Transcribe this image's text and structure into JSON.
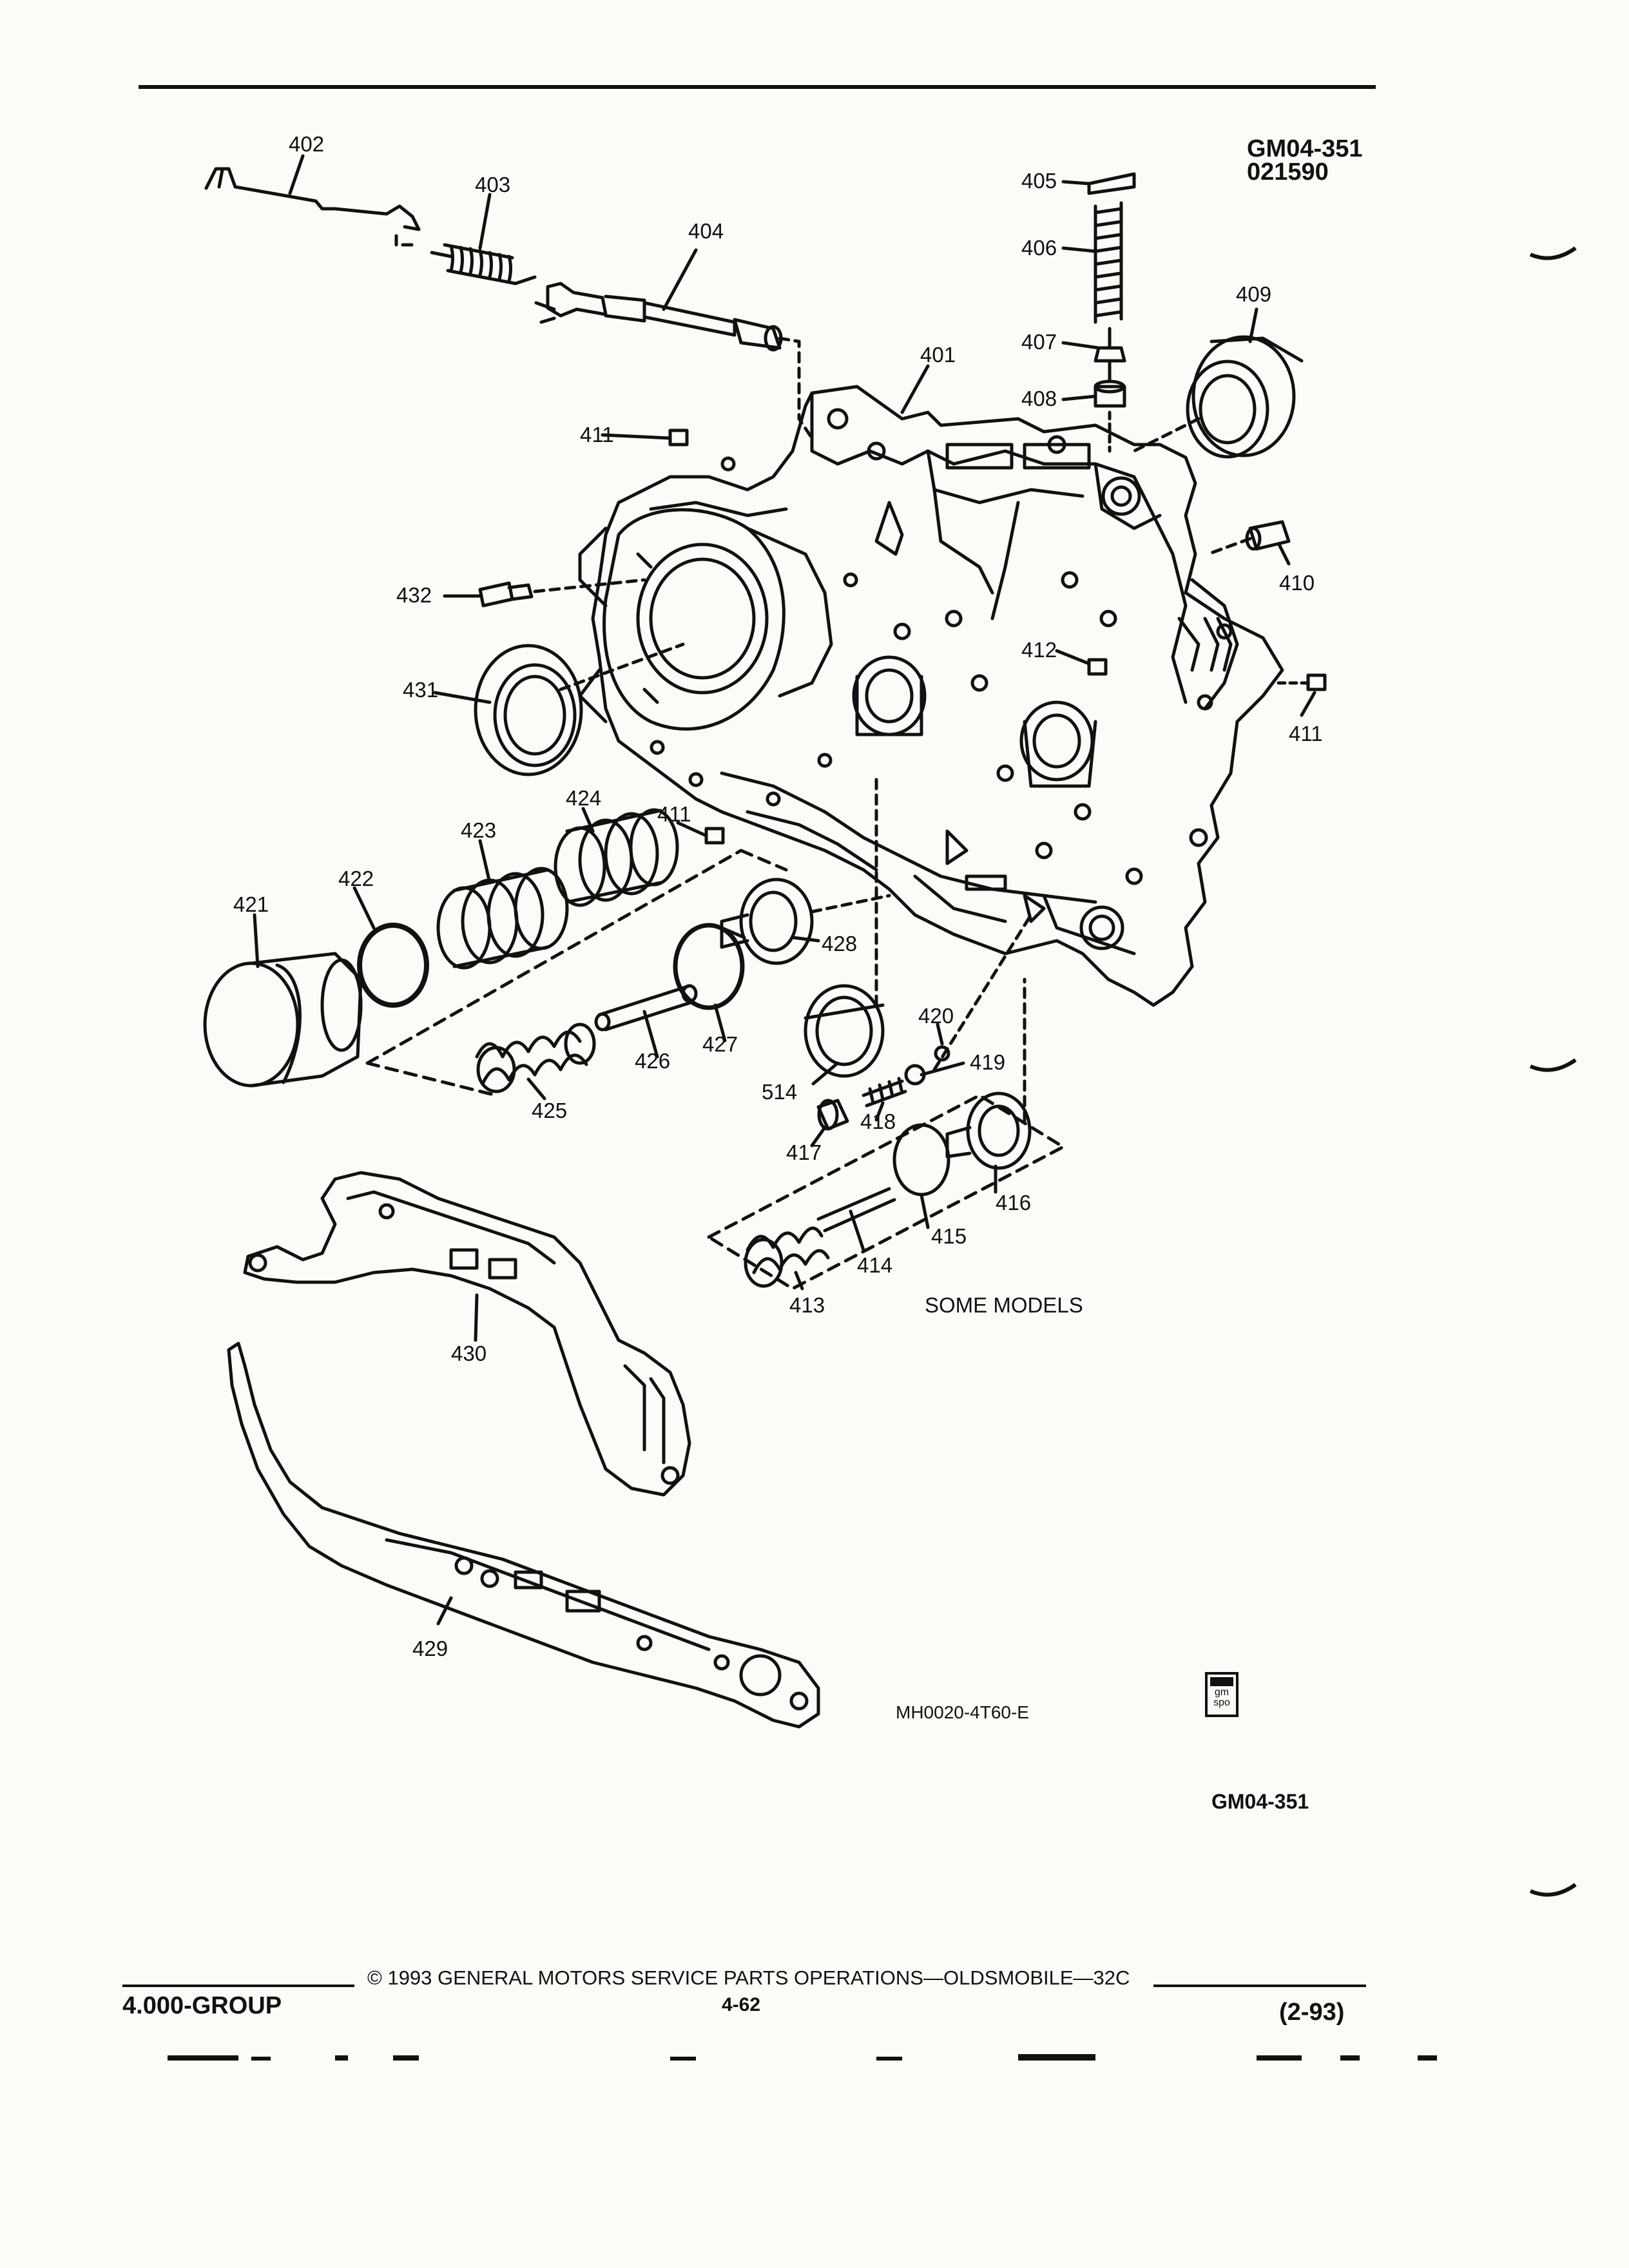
{
  "header": {
    "fig_id": "GM04-351",
    "fig_date": "021590"
  },
  "callouts": {
    "c401": "401",
    "c402": "402",
    "c403": "403",
    "c404": "404",
    "c405": "405",
    "c406": "406",
    "c407": "407",
    "c408": "408",
    "c409": "409",
    "c410": "410",
    "c411a": "411",
    "c411b": "411",
    "c411c": "411",
    "c412": "412",
    "c413": "413",
    "c414": "414",
    "c415": "415",
    "c416": "416",
    "c417": "417",
    "c418": "418",
    "c419": "419",
    "c420": "420",
    "c421": "421",
    "c422": "422",
    "c423": "423",
    "c424": "424",
    "c425": "425",
    "c426": "426",
    "c427": "427",
    "c428": "428",
    "c429": "429",
    "c430": "430",
    "c431": "431",
    "c432": "432",
    "c514": "514"
  },
  "notes": {
    "some_models": "SOME MODELS",
    "drawing_code": "MH0020-4T60-E",
    "bottom_fig_id": "GM04-351"
  },
  "logo": {
    "line1": "gm",
    "line2": "spo"
  },
  "footer": {
    "group": "4.000-GROUP",
    "copyright": "© 1993 GENERAL MOTORS SERVICE PARTS OPERATIONS—OLDSMOBILE—32C",
    "page": "4-62",
    "revision": "(2-93)"
  }
}
